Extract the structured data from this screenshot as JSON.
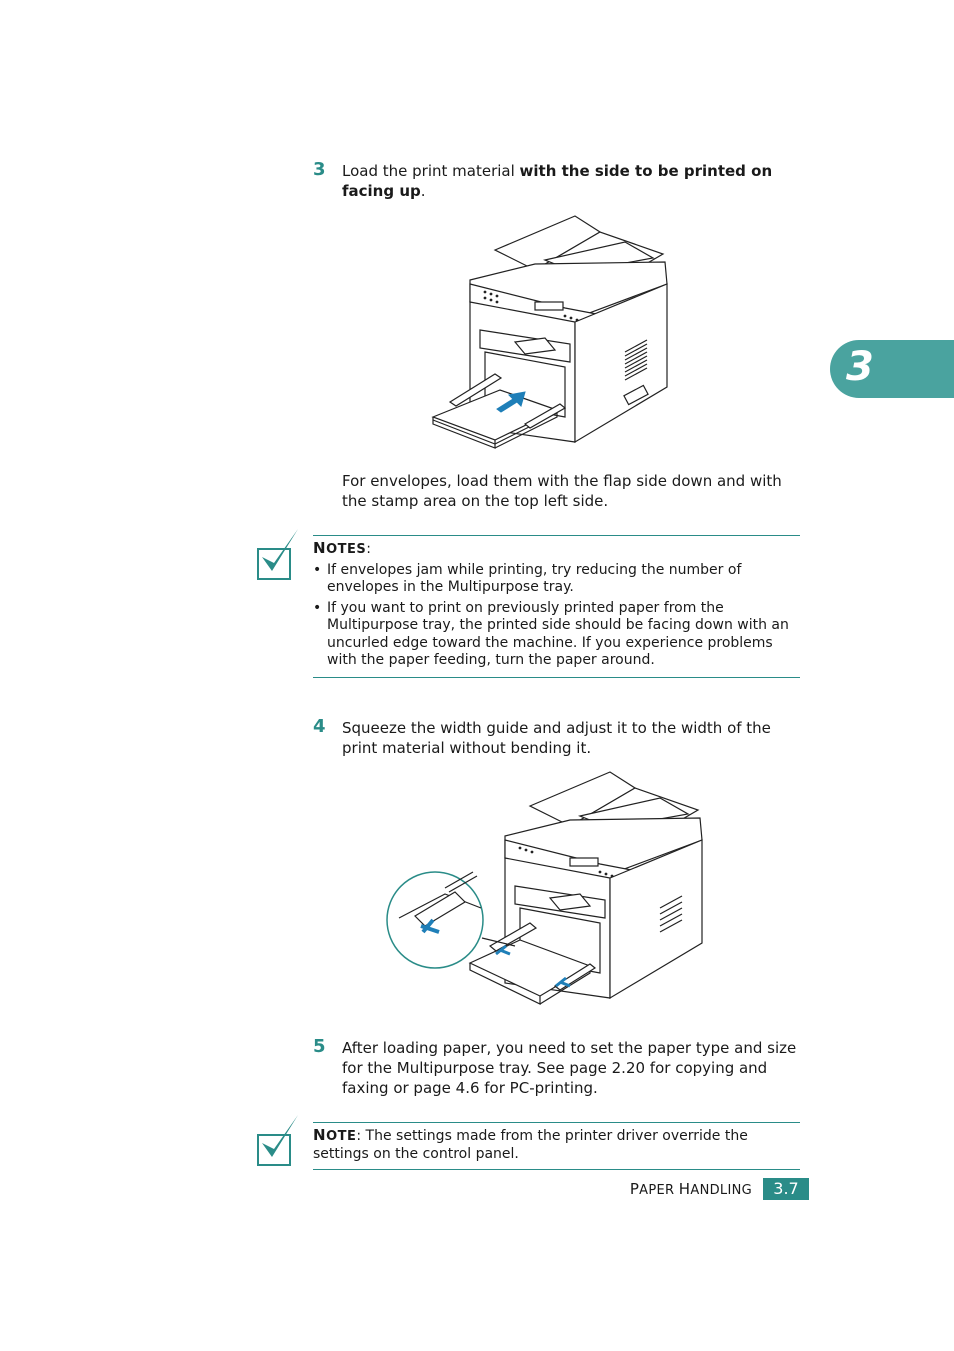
{
  "step3": {
    "number": "3",
    "text_plain": "Load the print material ",
    "text_bold": "with the side to be printed on facing up",
    "text_end": "."
  },
  "envelope_text": "For envelopes, load them with the flap side down and with the stamp area on the top left side.",
  "notes1": {
    "title_first": "N",
    "title_rest": "OTES",
    "title_colon": ":",
    "items": [
      "If envelopes jam while printing, try reducing the number of envelopes in the Multipurpose tray.",
      "If you want to print on previously printed paper from the Multipurpose tray, the printed side should be facing down with an uncurled edge toward the machine. If you experience problems with the paper feeding, turn the paper around."
    ]
  },
  "step4": {
    "number": "4",
    "text": "Squeeze the width guide and adjust it to the width of the print material without bending it."
  },
  "step5": {
    "number": "5",
    "text": "After loading paper, you need to set the paper type and size for the Multipurpose tray. See page 2.20 for copying and faxing or page 4.6 for PC-printing."
  },
  "note2": {
    "title_first": "N",
    "title_rest": "OTE",
    "text": ": The settings made from the printer driver override the settings on the control panel."
  },
  "chapter_tab": "3",
  "footer": {
    "section_p": "P",
    "section_aper": "APER ",
    "section_h": "H",
    "section_andling": "ANDLING",
    "page": "3.7"
  },
  "colors": {
    "accent": "#2a8c88",
    "tab": "#4aa39f",
    "arrow": "#1f7fb8"
  }
}
